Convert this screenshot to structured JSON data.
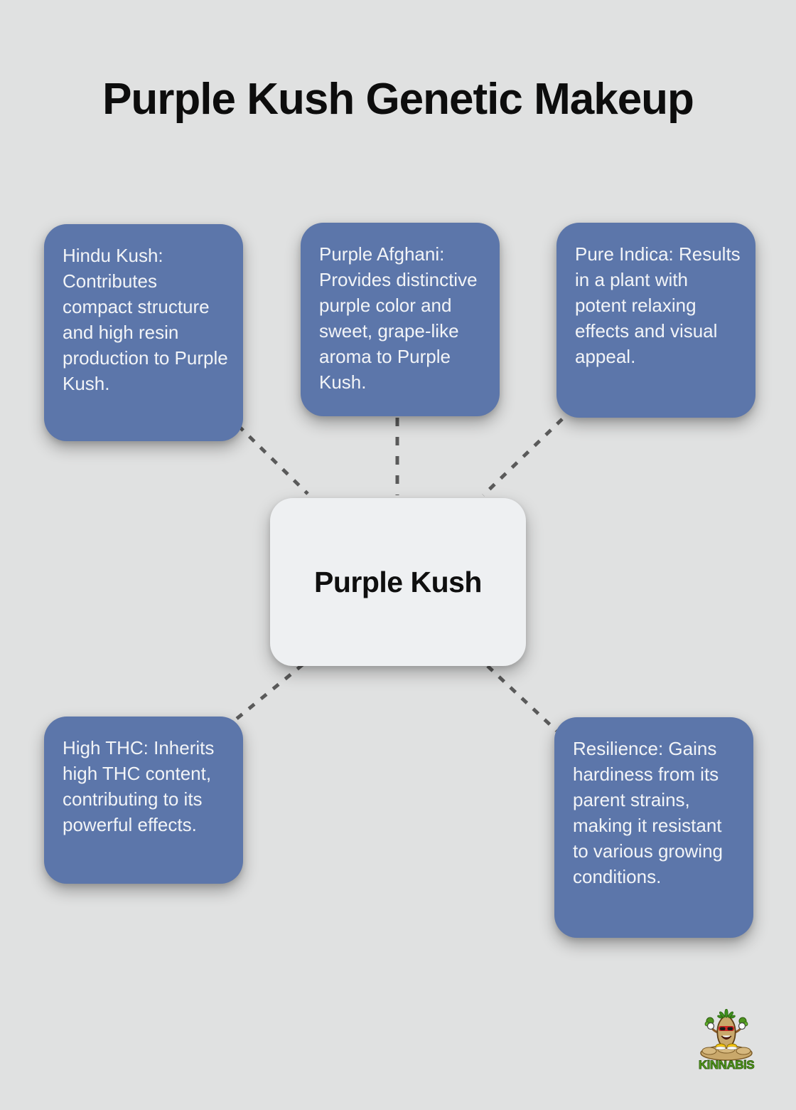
{
  "page": {
    "title": "Purple Kush Genetic Makeup"
  },
  "diagram": {
    "type": "mind-map",
    "center_node": {
      "label": "Purple Kush"
    },
    "nodes": [
      {
        "id": "hindu-kush",
        "position": "top-left",
        "text": "Hindu Kush: Contributes compact structure and high resin production to Purple Kush."
      },
      {
        "id": "purple-afghani",
        "position": "top-center",
        "text": "Purple Afghani: Provides distinctive purple color and sweet, grape-like aroma to Purple Kush."
      },
      {
        "id": "pure-indica",
        "position": "top-right",
        "text": "Pure Indica: Results in a plant with potent relaxing effects and visual appeal."
      },
      {
        "id": "high-thc",
        "position": "bottom-left",
        "text": "High THC: Inherits high THC content, contributing to its powerful effects."
      },
      {
        "id": "resilience",
        "position": "bottom-right",
        "text": "Resilience: Gains hardiness from its parent strains, making it resistant to various growing conditions."
      }
    ],
    "connector_style": "dashed"
  },
  "logo": {
    "text": "KiNNABiS"
  },
  "colors": {
    "background": "#e0e1e1",
    "accent": "#5c76aa",
    "node_text": "#f2f4f7",
    "center_bg": "#eef0f2",
    "center_text": "#0f0f0f",
    "title_color": "#0d0d0d",
    "connector": "#5a5a5a",
    "logo_green": "#57a31d"
  }
}
